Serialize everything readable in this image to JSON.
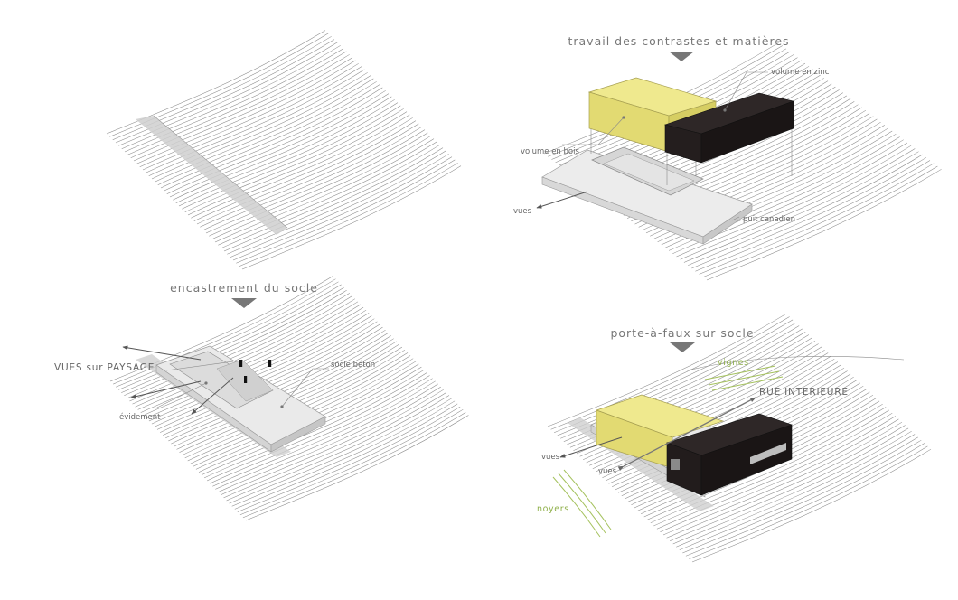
{
  "panels": [
    {
      "id": "terrain",
      "title": "",
      "labels": []
    },
    {
      "id": "materials",
      "title": "travail des contrastes et matières",
      "labels": [
        "volume en zinc",
        "volume en bois",
        "vues",
        "puit canadien"
      ]
    },
    {
      "id": "socle",
      "title": "encastrement du socle",
      "labels": [
        "VUES sur PAYSAGE",
        "socle béton",
        "évidement"
      ]
    },
    {
      "id": "cantilever",
      "title": "porte-à-faux sur socle",
      "labels": [
        "vignes",
        "RUE INTERIEURE",
        "vues",
        "vues",
        "noyers"
      ]
    }
  ],
  "colors": {
    "title": "#777777",
    "label": "#666666",
    "wood": "#e6e07d",
    "zinc": "#1d1818",
    "concrete": "#e9e9e9",
    "green": "#8fb04a",
    "arrow": "#8a8a8a",
    "contour": "#8a8a8a"
  },
  "icons": [
    "down-triangle-icon",
    "arrow-icon"
  ]
}
